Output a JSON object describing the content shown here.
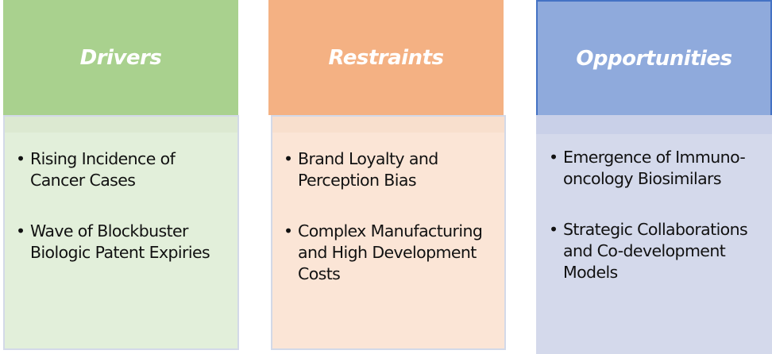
{
  "columns": [
    {
      "title": "Drivers",
      "items": [
        "Rising Incidence of Cancer Cases",
        "Wave of Blockbuster Biologic Patent Expiries"
      ],
      "header_color": "#a9d18e",
      "body_color": "#e2efda"
    },
    {
      "title": "Restraints",
      "items": [
        "Brand Loyalty and Perception Bias",
        "Complex Manufacturing and High Development Costs"
      ],
      "header_color": "#f4b183",
      "body_color": "#fbe5d6"
    },
    {
      "title": "Opportunities",
      "items": [
        "Emergence of Immuno-oncology Biosimilars",
        "Strategic Collaborations and Co-development Models"
      ],
      "header_color": "#8faadc",
      "body_color": "#d4d9eb"
    }
  ]
}
